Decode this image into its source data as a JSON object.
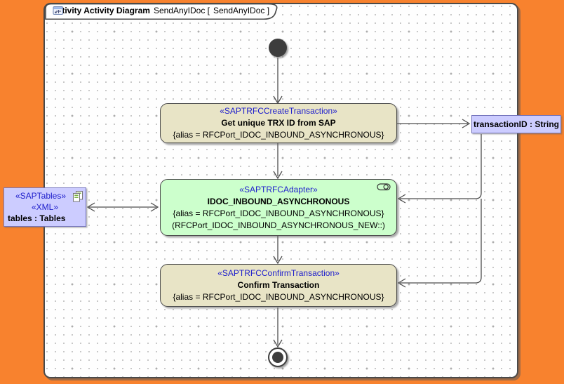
{
  "frame": {
    "tab_keyword": "activity Activity Diagram",
    "tab_context": "SendAnyIDoc [",
    "tab_ref": "SendAnyIDoc ]"
  },
  "nodes": {
    "create_transaction": {
      "stereotype": "«SAPTRFCCreateTransaction»",
      "name": "Get unique TRX ID from SAP",
      "tagged_value": "{alias = RFCPort_IDOC_INBOUND_ASYNCHRONOUS}"
    },
    "adapter": {
      "stereotype": "«SAPTRFCAdapter»",
      "name": "IDOC_INBOUND_ASYNCHRONOUS",
      "tagged_value": "{alias = RFCPort_IDOC_INBOUND_ASYNCHRONOUS}",
      "extra": "(RFCPort_IDOC_INBOUND_ASYNCHRONOUS_NEW::)"
    },
    "confirm_transaction": {
      "stereotype": "«SAPTRFCConfirmTransaction»",
      "name": "Confirm Transaction",
      "tagged_value": "{alias = RFCPort_IDOC_INBOUND_ASYNCHRONOUS}"
    },
    "transaction_pin": {
      "label": "transactionID : String"
    },
    "tables_pin": {
      "stereotype1": "«SAPTables»",
      "stereotype2": "«XML»",
      "label": "tables : Tables"
    }
  },
  "icons": {
    "tab_icon": "activity-diagram-icon",
    "adapter_corner": "object-flow-icon",
    "tables_corner": "copy-icon"
  },
  "colors": {
    "frame_background": "#f8822e",
    "canvas": "#fefefe",
    "action_fill": "#e8e4c6",
    "adapter_fill": "#ccffcc",
    "pin_fill": "#ccccff",
    "pin_border": "#7575bd",
    "stereotype_text": "#2020cc",
    "edge": "#4d4d4d",
    "node_border": "#4a4a4a"
  }
}
